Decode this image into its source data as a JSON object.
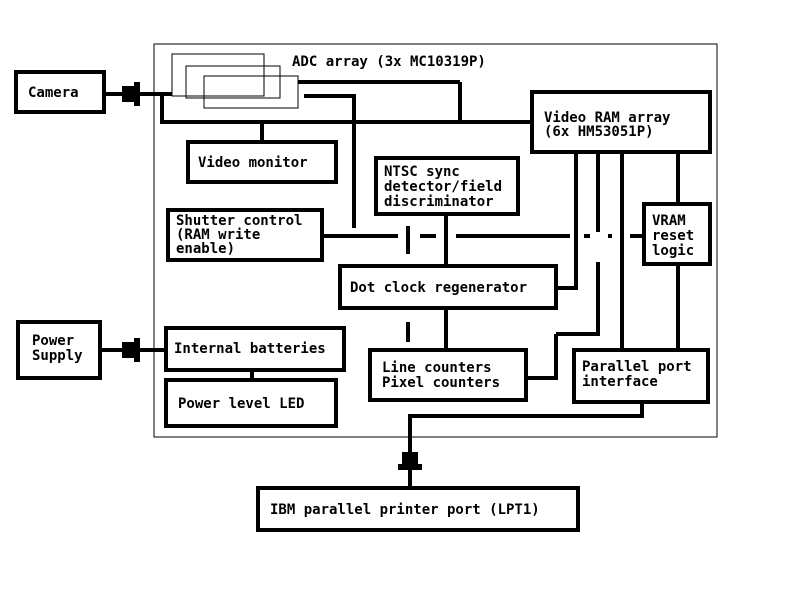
{
  "blocks": {
    "camera": "Camera",
    "adc_array": "ADC array (3x MC10319P)",
    "video_ram": [
      "Video RAM array",
      "(6x HM53051P)"
    ],
    "video_monitor": "Video monitor",
    "ntsc_sync": [
      "NTSC sync",
      "detector/field",
      "discriminator"
    ],
    "shutter_control": [
      "Shutter control",
      "(RAM write",
      "enable)"
    ],
    "vram_reset": [
      "VRAM",
      "reset",
      "logic"
    ],
    "dot_clock": "Dot clock regenerator",
    "power_supply": [
      "Power",
      "Supply"
    ],
    "internal_batteries": "Internal batteries",
    "power_led": "Power level LED",
    "line_counters": [
      "Line counters",
      "Pixel counters"
    ],
    "parallel_port_interface": [
      "Parallel port",
      "interface"
    ],
    "printer_port": "IBM parallel printer port (LPT1)"
  },
  "colors": {
    "line": "#000000",
    "background": "#ffffff"
  }
}
